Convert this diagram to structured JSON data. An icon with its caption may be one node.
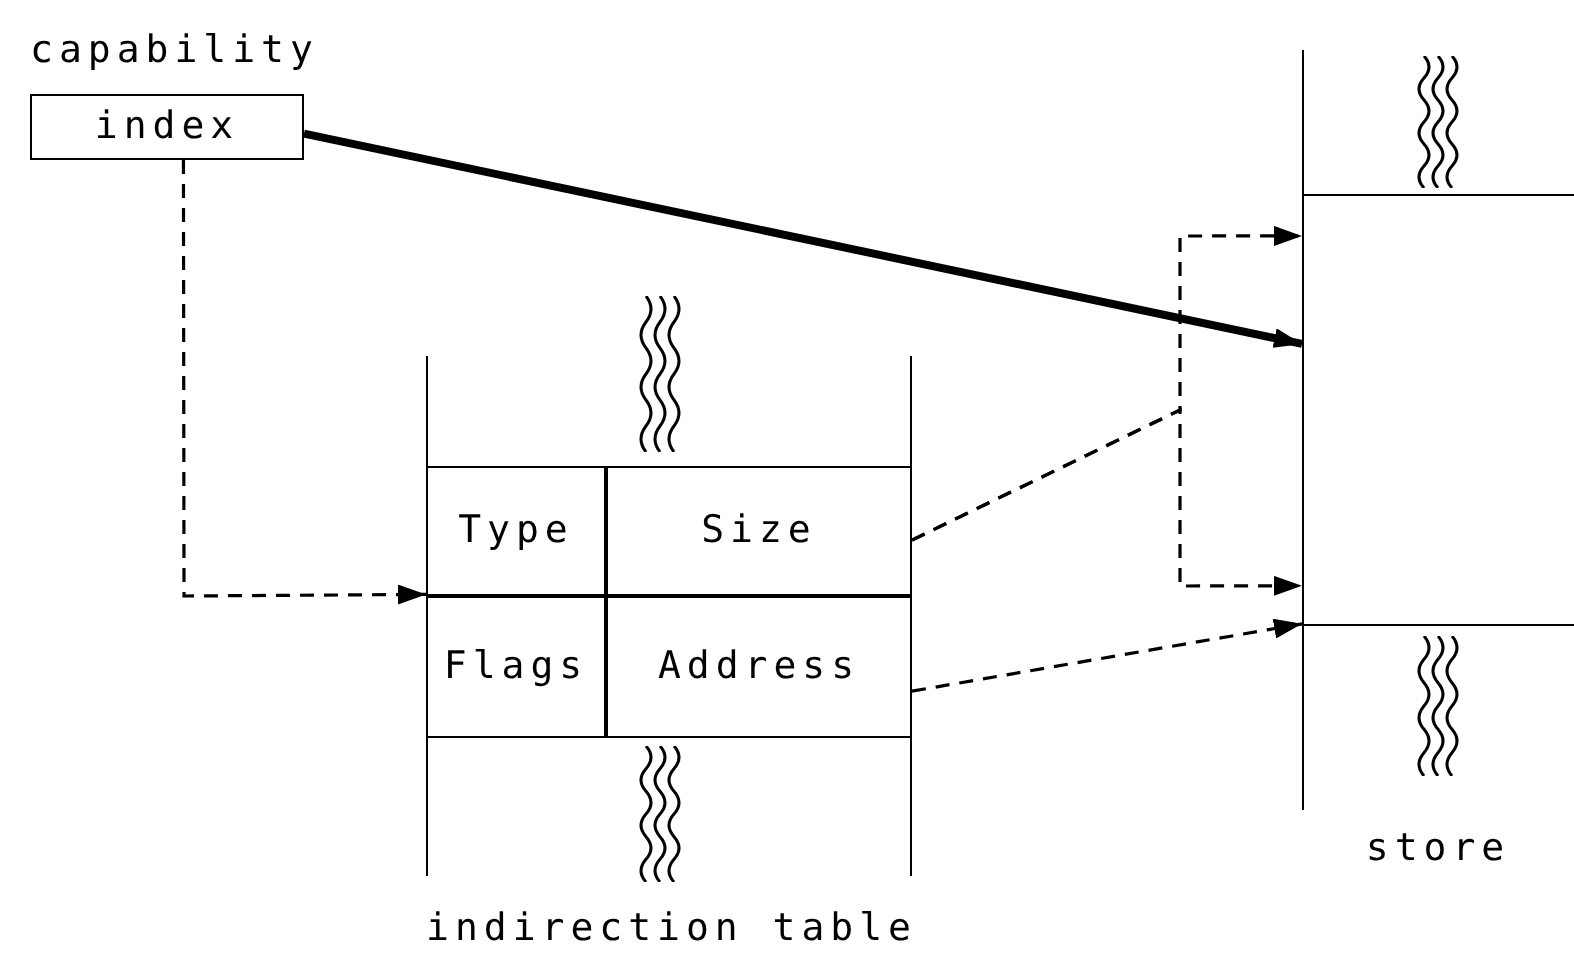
{
  "diagram": {
    "nodes": [
      {
        "text": [
          "capability",
          "index"
        ]
      },
      {
        "text": [
          "indirection table"
        ]
      },
      {
        "text": [
          "Type"
        ],
        "in": 1
      },
      {
        "text": [
          "Size"
        ],
        "in": 1
      },
      {
        "text": [
          "Flags"
        ],
        "in": 1
      },
      {
        "text": [
          "Address"
        ],
        "in": 1
      },
      {
        "text": [
          "store"
        ]
      },
      {
        "text": [],
        "shape": "box"
      }
    ],
    "edges": [
      {
        "from": 0,
        "to": 7,
        "arrow": "to",
        "style": "thick"
      },
      {
        "from": 0,
        "to": 1,
        "arrow": "to",
        "style": "dashed"
      },
      {
        "from": 3,
        "to": 7,
        "arrow": "to",
        "style": "dashed"
      },
      {
        "from": 3,
        "to": 7,
        "arrow": "to",
        "style": "dashed"
      },
      {
        "from": 5,
        "to": 7,
        "arrow": "to",
        "style": "dashed"
      }
    ]
  }
}
